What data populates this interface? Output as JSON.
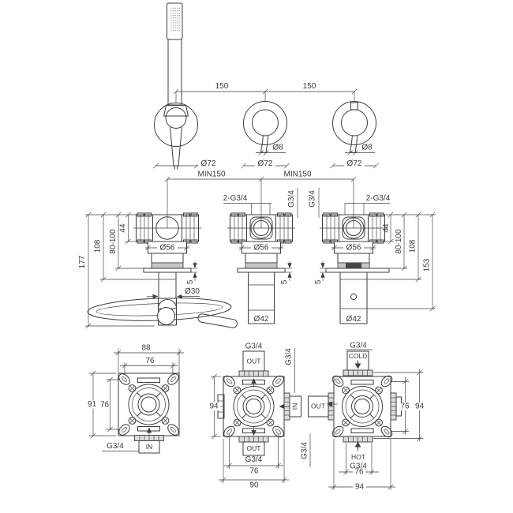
{
  "front": {
    "dim_left": "150",
    "dim_right": "150",
    "esc_left": "Ø72",
    "esc_mid": "Ø72",
    "esc_right": "Ø72",
    "pin_mid": "Ø8",
    "pin_right": "Ø8",
    "min_left": "MIN150",
    "min_right": "MIN150"
  },
  "section": {
    "left": {
      "h177": "177",
      "h108": "108",
      "h80": "80-100",
      "h44": "44",
      "d56": "Ø56",
      "t5": "5",
      "d30": "Ø30"
    },
    "mid": {
      "top": "2-G3/4",
      "side": "G3/4",
      "d56": "Ø56",
      "t5": "5",
      "d42": "Ø42"
    },
    "right": {
      "side": "G3/4",
      "top": "2-G3/4",
      "h44": "44",
      "h80": "80-100",
      "h108": "108",
      "h153": "153",
      "d56": "Ø56",
      "t5": "5",
      "d42": "Ø42"
    }
  },
  "rough": {
    "left": {
      "w88": "88",
      "w76": "76",
      "h91": "91",
      "h76": "76",
      "thread": "G3/4",
      "port": "IN"
    },
    "mid": {
      "t_thread": "G3/4",
      "t_port": "OUT",
      "s_thread": "G3/4",
      "s_port": "IN",
      "h94": "94",
      "b_port": "OUT",
      "b_thread": "G3/4",
      "w76": "76",
      "w90": "90"
    },
    "right": {
      "t_thread": "G3/4",
      "t_port": "COLD",
      "l_port": "OUT",
      "l_thread": "G3/4",
      "r76": "76",
      "r94": "94",
      "b_port": "HOT",
      "b_thread": "G3/4",
      "w76": "76",
      "w94": "94"
    }
  },
  "colors": {
    "line": "#3d3d3d",
    "band": "#c6c6c6",
    "flange": "#dcdcdc"
  }
}
